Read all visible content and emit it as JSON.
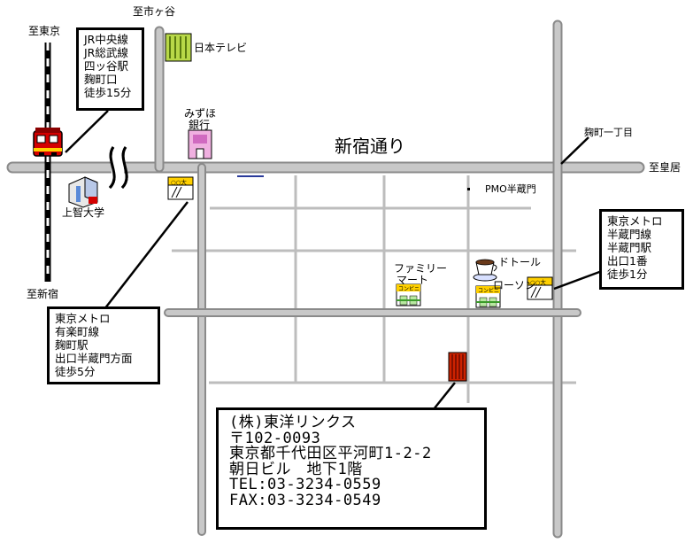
{
  "map": {
    "directions": {
      "to_tokyo": "至東京",
      "to_ichigaya": "至市ヶ谷",
      "to_shinjuku": "至新宿",
      "to_kokyo": "至皇居"
    },
    "main_road": "新宿通り",
    "labels": {
      "nihon_tv": "日本テレビ",
      "mizuho_line1": "みずほ",
      "mizuho_line2": "銀行",
      "sophia": "上智大学",
      "kojimachi_1": "麹町一丁目",
      "pmo": "PMO半蔵門",
      "familymart_line1": "ファミリー",
      "familymart_line2": "マート",
      "doutor": "ドトール",
      "lawson": "ローソン",
      "konbini_sign": "コンビニ",
      "marudai_sign": "○○大"
    },
    "callouts": {
      "jr": [
        "JR中央線",
        "JR総武線",
        "四ッ谷駅",
        "麹町口",
        "徒歩15分"
      ],
      "hanzomon": [
        "東京メトロ",
        "半蔵門線",
        "半蔵門駅",
        "出口1番",
        "徒歩1分"
      ],
      "yurakucho": [
        "東京メトロ",
        "有楽町線",
        "麹町駅",
        "出口半蔵門方面",
        "徒歩5分"
      ]
    },
    "address": {
      "company": "(株)東洋リンクス",
      "postal": "〒102-0093",
      "line1": "東京都千代田区平河町1-2-2",
      "line2": "朝日ビル　地下1階",
      "tel": "TEL:03-3234-0559",
      "fax": "FAX:03-3234-0549"
    },
    "colors": {
      "road": "#c3c3c3",
      "road_edge": "#808080",
      "target_building": "#cc2200",
      "train": "#d40000",
      "nihon_tv": "#b8d848",
      "mizuho": "#f0b0e0"
    }
  }
}
